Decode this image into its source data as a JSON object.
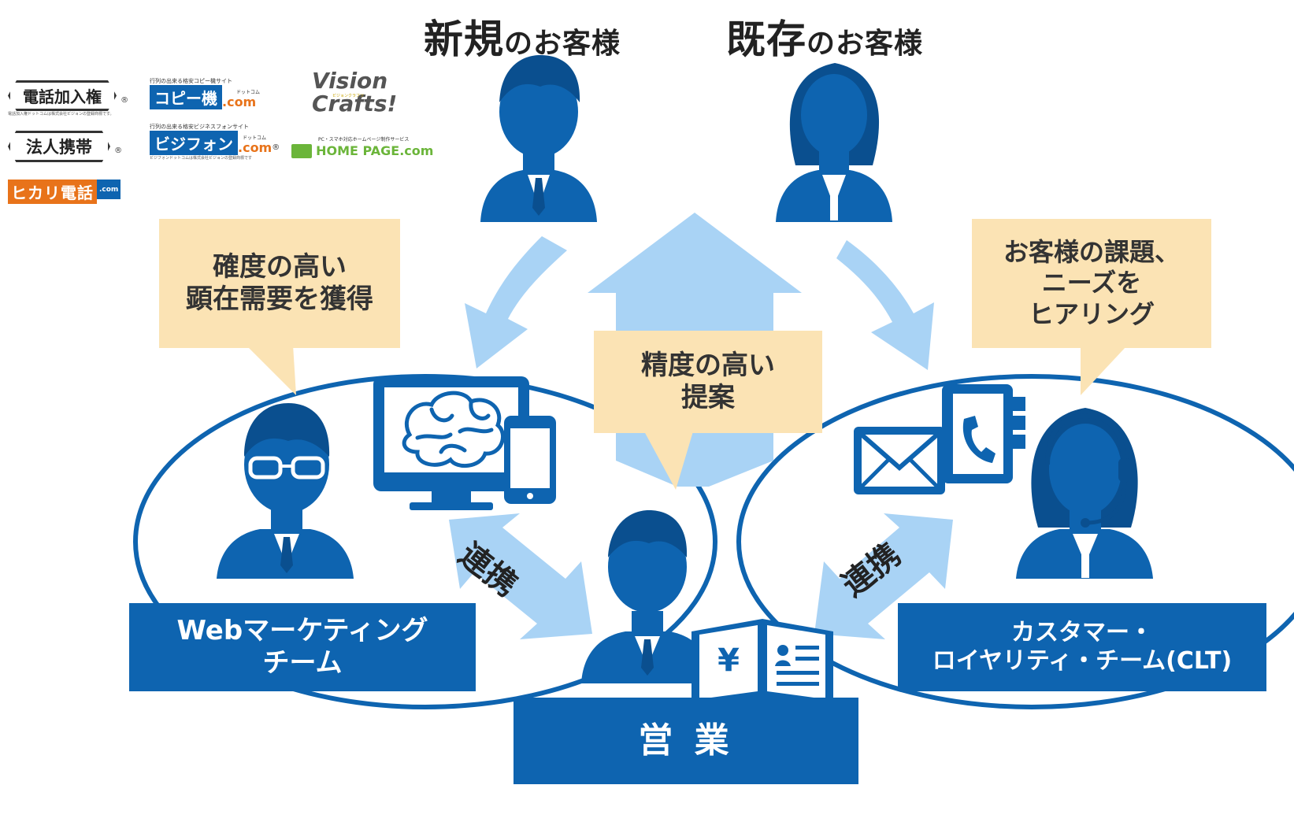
{
  "colors": {
    "primary": "#0e64b0",
    "arrow": "#a9d3f5",
    "bubble": "#fbe3b4",
    "logo_orange": "#e8731a"
  },
  "header": {
    "new_customers": {
      "main": "新規",
      "suffix": "のお客様"
    },
    "existing_customers": {
      "main": "既存",
      "suffix": "のお客様"
    }
  },
  "logos": [
    {
      "text": "電話加入権",
      "caption": "電話加入権ドットコムは株式会社ビジョンの登録商標です。",
      "icon": "denwa-kanyuken-logo"
    },
    {
      "text": "法人携帯",
      "icon": "houjin-keitai-logo"
    },
    {
      "text": "ヒカリ電話",
      "badge": ".com",
      "icon": "hikari-denwa-logo"
    },
    {
      "text": "コピー機",
      "tagline": "行列の出来る格安コピー機サイト",
      "ruby": "ドットコム",
      "suffix": ".com",
      "icon": "copy-machine-logo"
    },
    {
      "text": "ビジフォン",
      "tagline": "行列の出来る格安ビジネスフォンサイト",
      "ruby": "ドットコム",
      "suffix": ".com",
      "caption": "ビジフォンドットコムは株式会社ビジョンの登録商標です",
      "icon": "bizphone-logo"
    },
    {
      "text": "Vision Crafts!",
      "ruby": "ビジョンクラフツ",
      "icon": "vision-crafts-logo"
    },
    {
      "text": "HOME PAGE.com",
      "tagline": "PC・スマホ対応ホームページ制作サービス",
      "icon": "homepage-logo"
    }
  ],
  "bubbles": {
    "left": [
      "確度の高い",
      "顕在需要を獲得"
    ],
    "center": [
      "精度の高い",
      "提案"
    ],
    "right": [
      "お客様の課題、",
      "ニーズを",
      "ヒアリング"
    ]
  },
  "links": {
    "left": "連携",
    "right": "連携"
  },
  "teams": {
    "web_marketing": [
      "Webマーケティング",
      "チーム"
    ],
    "clt": [
      "カスタマー・",
      "ロイヤリティ・チーム(CLT)"
    ],
    "sales": "営 業"
  }
}
